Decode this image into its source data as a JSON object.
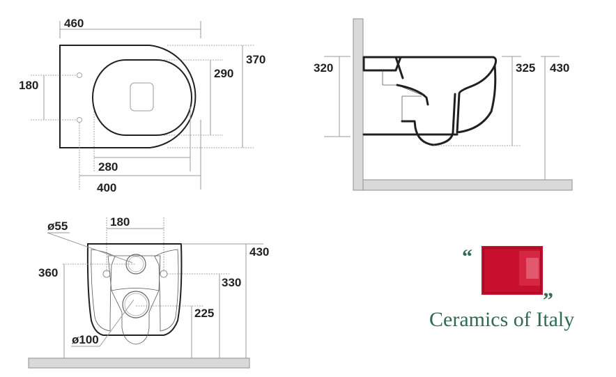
{
  "drawing": {
    "title": "Wall-hung WC technical drawing",
    "units": "mm",
    "top_view": {
      "dimensions": {
        "overall_length": "460",
        "overall_width": "370",
        "bowl_width": "290",
        "fixing_spacing": "180",
        "bowl_length": "280",
        "fixing_to_front": "400"
      }
    },
    "side_view": {
      "dimensions": {
        "rim_to_base_height": "320",
        "total_depth": "325",
        "rim_height_from_floor": "430"
      }
    },
    "rear_view": {
      "dimensions": {
        "fixing_spacing": "180",
        "inlet_diameter": "ø55",
        "inlet_height": "360",
        "rim_height": "430",
        "fixing_height": "330",
        "outlet_height": "225",
        "outlet_diameter": "ø100"
      }
    }
  },
  "logo": {
    "brand_text": "Ceramics of Italy",
    "open_quote": "“",
    "close_quote": "”",
    "colors": {
      "square": "#c8102e",
      "text": "#2f6b4f"
    }
  }
}
